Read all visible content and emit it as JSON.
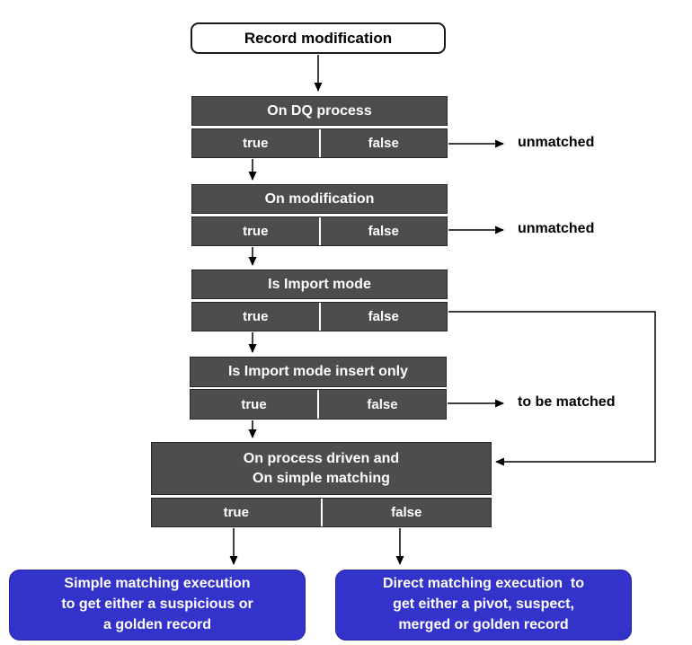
{
  "colors": {
    "decision_fill": "#4d4d4d",
    "decision_text": "#ffffff",
    "terminal_fill": "#3333cc",
    "terminal_text": "#ffffff",
    "start_fill": "#ffffff",
    "arrow": "#000000"
  },
  "start": {
    "label": "Record modification"
  },
  "decisions": [
    {
      "label": "On DQ process",
      "true_label": "true",
      "false_label": "false"
    },
    {
      "label": "On modification",
      "true_label": "true",
      "false_label": "false"
    },
    {
      "label": "Is Import mode",
      "true_label": "true",
      "false_label": "false"
    },
    {
      "label": "Is Import mode insert only",
      "true_label": "true",
      "false_label": "false"
    },
    {
      "label_line1": "On process driven and",
      "label_line2": "On simple matching",
      "true_label": "true",
      "false_label": "false"
    }
  ],
  "side_labels": [
    {
      "text": "unmatched"
    },
    {
      "text": "unmatched"
    },
    {
      "text": "to be matched"
    }
  ],
  "terminals": [
    {
      "lines": [
        "Simple matching execution",
        "to get either a suspicious or",
        "a golden record"
      ]
    },
    {
      "lines": [
        "Direct matching execution  to",
        "get either a pivot, suspect,",
        "merged or golden record"
      ]
    }
  ]
}
